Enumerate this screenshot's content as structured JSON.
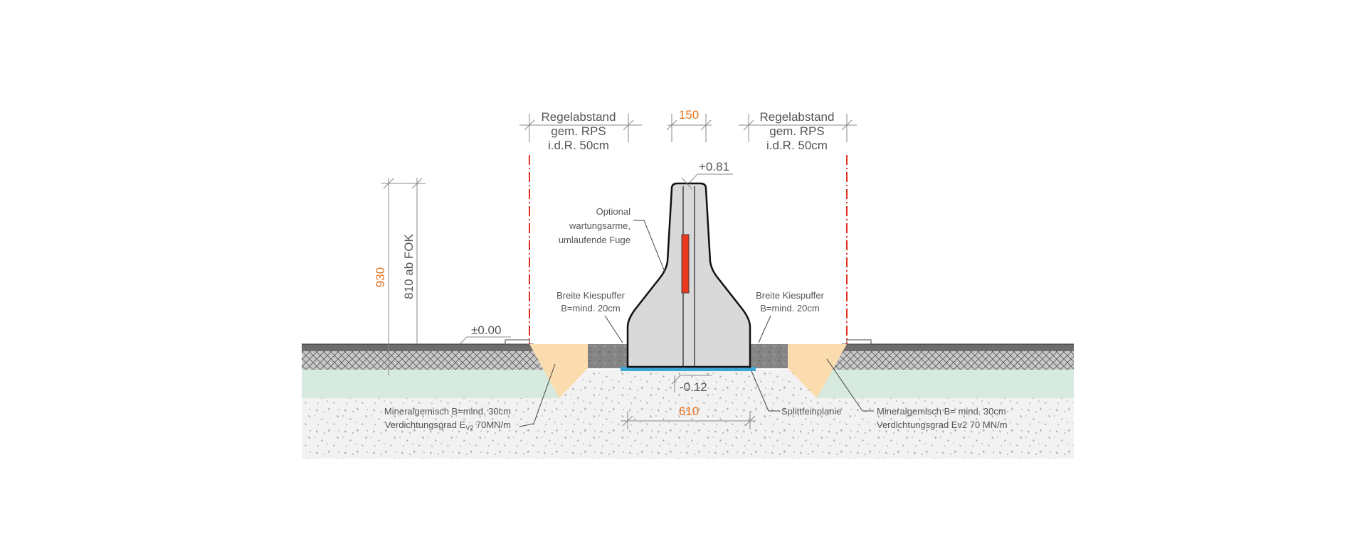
{
  "labels": {
    "regel_left_1": "Regelabstand",
    "regel_left_2": "gem. RPS",
    "regel_left_3": "i.d.R. 50cm",
    "regel_right_1": "Regelabstand",
    "regel_right_2": "gem. RPS",
    "regel_right_3": "i.d.R. 50cm",
    "dim_150": "150",
    "level_081": "+0.81",
    "optional_1": "Optional",
    "optional_2": "wartungsarme,",
    "optional_3": "umlaufende Fuge",
    "kies_left_1": "Breite Kiespuffer",
    "kies_left_2": "B=mind. 20cm",
    "kies_right_1": "Breite Kiespuffer",
    "kies_right_2": "B=mind. 20cm",
    "dim_930": "930",
    "dim_810": "810 ab FOK",
    "level_000": "±0.00",
    "level_012": "-0.12",
    "dim_610": "610",
    "splitt": "Splittfeinplanie",
    "mineral_left_1": "Mineralgemisch B=mind. 30cm",
    "mineral_left_2a": "Verdichtungsgrad E",
    "mineral_left_2sub": "V2",
    "mineral_left_2b": " 70MN/m",
    "mineral_right_1": "Mineralgemisch B= mind. 30cm",
    "mineral_right_2": "Verdichtungsgrad Ev2 70 MN/m"
  },
  "colors": {
    "asphalt": "#6d6d6d",
    "crosshatch_base": "#c8c8c8",
    "green_layer": "#d7eadf",
    "subsoil": "#f1f1f1",
    "gravel_buffer": "#8a8a8a",
    "sand": "#fbdcae",
    "barrier": "#d9d9d9",
    "reflector": "#e8391e",
    "safety_line": "#e0301e",
    "bedding": "#3aa7d8",
    "dimension_orange": "#e8731e"
  }
}
